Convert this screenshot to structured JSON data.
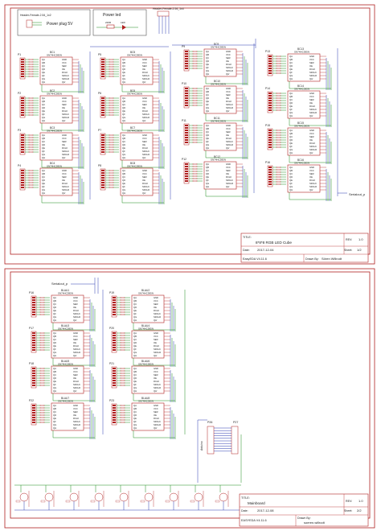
{
  "sheet1": {
    "power_plug": {
      "label": "Power plug 5V",
      "connector_label": "Header-Female-2.54_1x2"
    },
    "power_led": {
      "label": "Power led",
      "resistor": "220R",
      "led": "LED"
    },
    "header_top": "Header-Female-2.54_1x4",
    "serial_out": "Serialout_p",
    "connector_labels": [
      "P1",
      "P2",
      "P3",
      "P4",
      "P5",
      "P6",
      "P7",
      "P8",
      "P9",
      "P10",
      "P11",
      "P12",
      "P13",
      "P14",
      "P15",
      "P16"
    ],
    "chip_labels": [
      "BC1",
      "BC2",
      "BC3",
      "BC4",
      "BC5",
      "BC6",
      "BC7",
      "BC8",
      "BC9",
      "BC10",
      "BC11",
      "BC12",
      "BC13",
      "BC14",
      "BC15",
      "BC16"
    ],
    "chip_part": "SN74HC595N",
    "pin_names": [
      "QA",
      "QB",
      "QC",
      "QD",
      "QE",
      "QF",
      "QG",
      "QH",
      "GND",
      "VCC",
      "SER",
      "OE",
      "RCLK",
      "SRCLK",
      "SRCLR",
      "QH'"
    ],
    "title_block": {
      "title_label": "TITLE:",
      "title": "8*8*8 RGB LED Cube",
      "rev_label": "REV:",
      "rev": "1.0",
      "date_label": "Date:",
      "date": "2017-12-04",
      "sheet_label": "Sheet:",
      "sheet": "1/2",
      "tool": "EasyEDA V4.11.6",
      "drawn_label": "Drawn By:",
      "drawn": "Sören Willrodt"
    }
  },
  "sheet2": {
    "serial_in": "Serialout_p",
    "connector_labels": [
      "P16",
      "P19",
      "P17",
      "P20",
      "P18",
      "P21",
      "P22",
      "P23"
    ],
    "chip_labels": [
      "BLAU1",
      "BLAU2",
      "BLAU3",
      "BLAU4",
      "BLAU5",
      "BLAU6",
      "BLAU7",
      "BLAU8"
    ],
    "chip_part": "SN74HC595N",
    "pin_names": [
      "QA",
      "QB",
      "QC",
      "QD",
      "QE",
      "QF",
      "QG",
      "QH",
      "GND",
      "VCC",
      "SER",
      "OE",
      "RCLK",
      "SRCLK",
      "SRCLR",
      "QH'"
    ],
    "header_labels": [
      "P26",
      "P27"
    ],
    "transistor_label": "Arduino",
    "title_block": {
      "title_label": "TITLE:",
      "title": "Mainboard",
      "rev_label": "REV:",
      "rev": "1.0",
      "date_label": "Date:",
      "date": "2017-12-08",
      "sheet_label": "Sheet:",
      "sheet": "2/2",
      "tool": "EASYEDA V4.11.6",
      "drawn_label": "Drawn By:",
      "drawn": "soeren.willrodt"
    }
  }
}
